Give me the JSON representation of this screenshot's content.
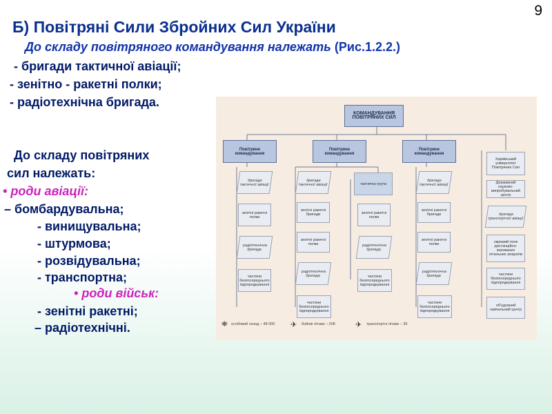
{
  "slide_number": "9",
  "title": "Б) Повітряні Сили Збройних Сил України",
  "subtitle": "До складу повітряного командування належать",
  "subtitle_ref": "(Рис.1.2.2.)",
  "command_items": [
    "- бригади тактичної авіації;",
    "- зенітно - ракетні полки;",
    "- радіотехнічна бригада."
  ],
  "air_force": {
    "heading_1": "До складу повітряних",
    "heading_2": "сил належать:",
    "aviation_heading": "роди авіації:",
    "aviation_items": [
      "– бомбардувальна;",
      "- винищувальна;",
      "- штурмова;",
      "- розвідувальна;",
      "- транспортна;"
    ],
    "troops_heading": "роди військ:",
    "troops_items": [
      "- зенітні ракетні;",
      "–  радіотехнічні."
    ]
  },
  "diagram": {
    "top": "КОМАНДУВАННЯ ПОВІТРЯНИХ СИЛ",
    "command_label": "Повітряне командування",
    "col1": [
      "бригади тактичної авіації",
      "зенітні ракетні полки",
      "радіотехнічна бригада",
      "частини безпосереднього підпорядкування"
    ],
    "col2": [
      "бригади тактичної авіації",
      "зенітні ракетні бригади",
      "зенітні ракетні полки",
      "радіотехнічна бригада",
      "частини безпосереднього підпорядкування"
    ],
    "col2b": [
      "тактична група",
      "зенітні ракетні полки",
      "радіотехнічна бригада",
      "частини безпосереднього підпорядкування"
    ],
    "col3": [
      "бригади тактичної авіації",
      "зенітні ракетні бригади",
      "зенітні ракетні полки",
      "радіотехнічна бригада",
      "частини безпосереднього підпорядкування"
    ],
    "col4": [
      "Харківський університет Повітряних Сил",
      "Державний науково-випробувальний центр",
      "бригада транспортної авіації",
      "окремий полк дистанційно-керованих літальних апаратів",
      "частини безпосереднього підпорядкування",
      "об'єднаний навчальний центр"
    ],
    "legend": [
      "особовий склад – 48 000",
      "бойові літаки – 208",
      "транспортні літаки – 39"
    ]
  }
}
